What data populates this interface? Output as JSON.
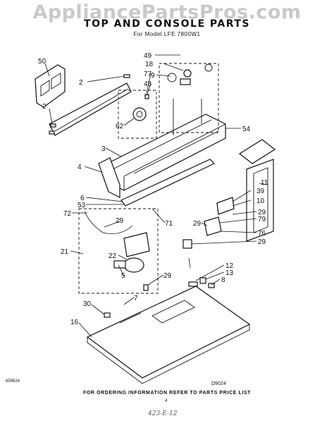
{
  "watermark": "AppliancePartsPros.com",
  "title": "TOP AND CONSOLE PARTS",
  "model": "For Model LFE 7800W1",
  "diagram_code": "D9024",
  "left_code": "659624",
  "page_number": "4",
  "footer": "FOR ORDERING INFORMATION REFER TO PARTS PRICE LIST",
  "handwritten": "423-E-12",
  "callouts": {
    "c50": "50",
    "c2a": "2",
    "c2b": "2",
    "c3": "3",
    "c4": "4",
    "c6": "6",
    "c53": "53",
    "c72": "72",
    "c29a": "29",
    "c21": "21",
    "c22": "22",
    "c5": "5",
    "c7": "7",
    "c29b": "29",
    "c30": "30",
    "c16": "16",
    "c49": "49",
    "c18": "18",
    "c9": "9",
    "c77": "77",
    "c48": "48",
    "c62": "62",
    "c54": "54",
    "c11": "11",
    "c39": "39",
    "c10": "10",
    "c29c": "29",
    "c79": "79",
    "c29d": "29",
    "c76": "76",
    "c29e": "29",
    "c71": "71",
    "c12": "12",
    "c13": "13",
    "c8": "8"
  }
}
